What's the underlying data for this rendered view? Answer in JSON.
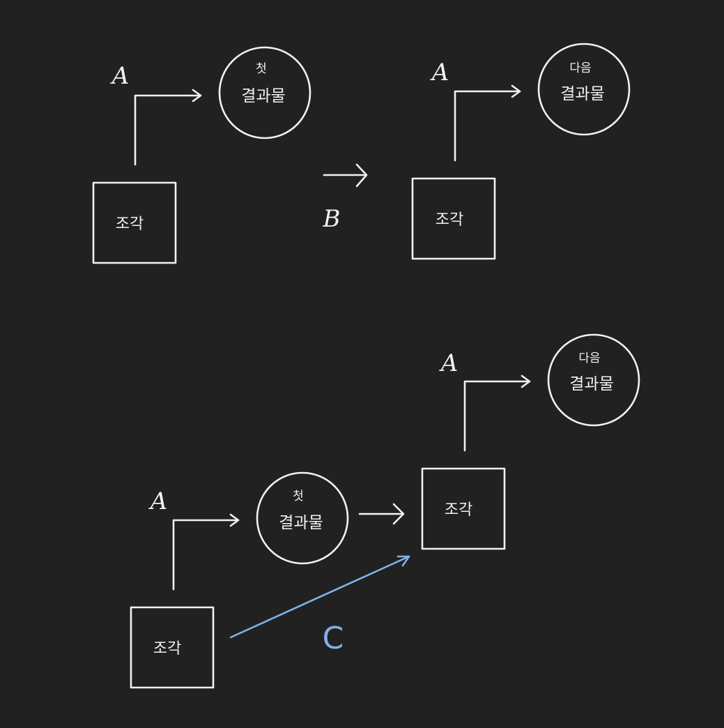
{
  "colors": {
    "background": "#212121",
    "ink": "#f2f2f2",
    "highlight": "#7fb2ea"
  },
  "diagram": {
    "top_row": {
      "left": {
        "label_a": "A",
        "piece": "조각",
        "result_top": "첫",
        "result_bottom": "결과물"
      },
      "transition_label": "B",
      "right": {
        "label_a": "A",
        "piece": "조각",
        "result_top": "다음",
        "result_bottom": "결과물"
      }
    },
    "bottom_row": {
      "left": {
        "label_a": "A",
        "piece": "조각",
        "result_top": "첫",
        "result_bottom": "결과물"
      },
      "right": {
        "label_a": "A",
        "piece": "조각",
        "result_top": "다음",
        "result_bottom": "결과물"
      },
      "shortcut_label": "C"
    }
  }
}
